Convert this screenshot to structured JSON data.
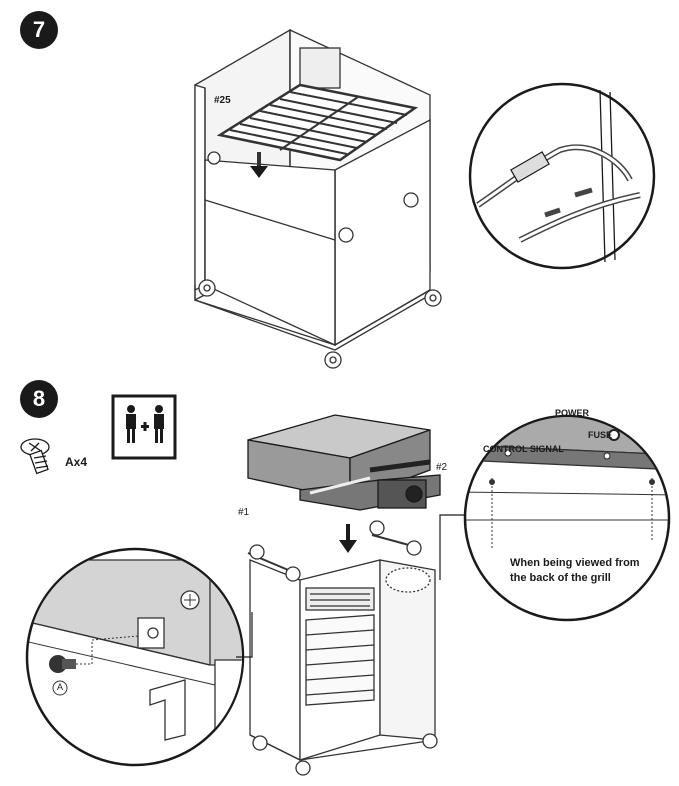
{
  "step7": {
    "number": "7",
    "part_label": "#25"
  },
  "step8": {
    "number": "8",
    "screw_qty": "Ax4",
    "part1": "#1",
    "part2": "#2",
    "callout_a": "A",
    "power_text": "POWER",
    "control_signal": "CONTROL SIGNAL",
    "fuse": "FUSE",
    "note_line1": "When being viewed from",
    "note_line2": "the back of the grill"
  }
}
